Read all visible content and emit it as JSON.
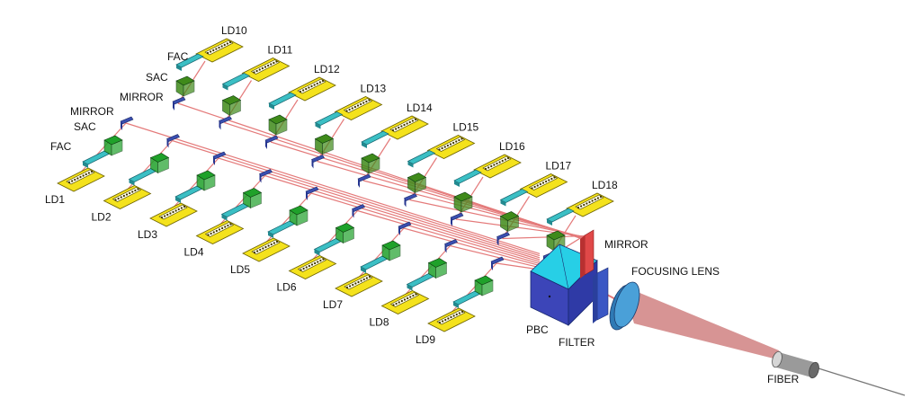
{
  "diagram": {
    "upper_row": [
      "LD10",
      "LD11",
      "LD12",
      "LD13",
      "LD14",
      "LD15",
      "LD16",
      "LD17",
      "LD18"
    ],
    "lower_row": [
      "LD1",
      "LD2",
      "LD3",
      "LD4",
      "LD5",
      "LD6",
      "LD7",
      "LD8",
      "LD9"
    ],
    "labels": {
      "fac_upper": "FAC",
      "sac_upper": "SAC",
      "mirror_upper": "MIRROR",
      "mirror_lower": "MIRROR",
      "sac_lower": "SAC",
      "fac_lower": "FAC",
      "mirror_right": "MIRROR",
      "focusing_lens": "FOCUSING LENS",
      "pbc": "PBC",
      "filter": "FILTER",
      "fiber": "FIBER"
    }
  },
  "colors": {
    "diode_body": "#f4e21c",
    "collimator": "#3bbfc4",
    "sac": "#1fa12a",
    "sac_upper": "#3f8a1a",
    "mirror": "#3a4fb0",
    "beam": "#e47a7a",
    "cube": "#3c45b8",
    "cube_top": "#27cfe6",
    "lens": "#3d8ec9"
  }
}
